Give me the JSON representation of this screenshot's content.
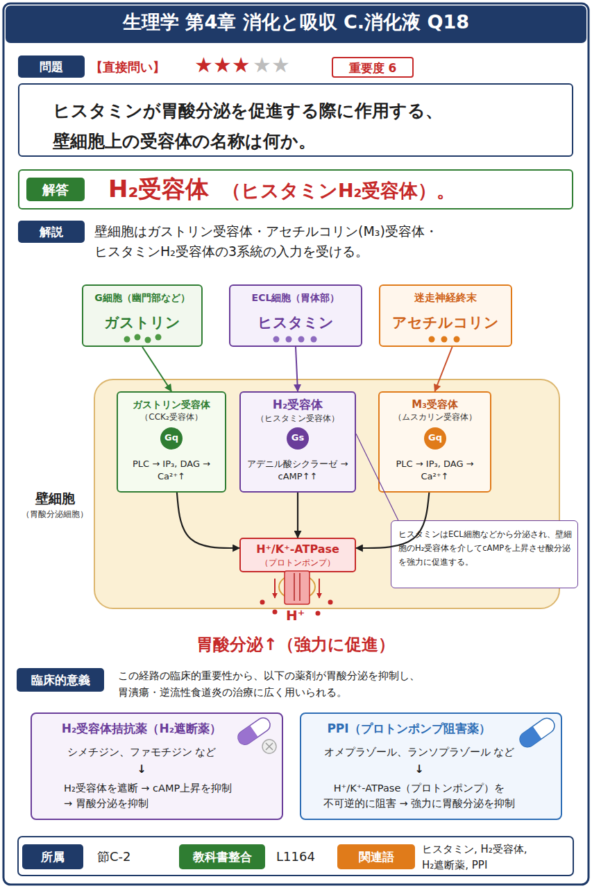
{
  "diagram": {
    "title": "生理学 第4章 消化と吸収 C.消化液 Q18",
    "nodes": [
      {
        "text": [
          "問題"
        ]
      },
      {
        "text": [
          "重要度 6"
        ]
      },
      {
        "text": [
          "ヒスタミンが胃酸分泌を促進する際に作用する、壁細胞上の受容体の名称は何か。"
        ]
      },
      {
        "text": [
          "H₂受容体",
          "（ヒスタミンH₂受容体）。"
        ]
      },
      {
        "text": [
          "解答"
        ],
        "in": 3
      },
      {
        "text": [
          "解説"
        ]
      },
      {
        "text": [
          "G細胞（幽門部など）",
          "ガストリン"
        ]
      },
      {
        "text": [
          "ECL細胞（胃体部）",
          "ヒスタミン"
        ]
      },
      {
        "text": [
          "迷走神経終末",
          "アセチルコリン"
        ]
      },
      {
        "text": [
          "壁細胞",
          "（胃酸分泌細胞）"
        ]
      },
      {
        "text": [
          "ガストリン受容体",
          "（CCK₂受容体）",
          "PLC → IP₃, DAG → Ca²⁺↑"
        ],
        "in": 9
      },
      {
        "text": [
          "Gq"
        ],
        "in": 10
      },
      {
        "text": [
          "H₂受容体",
          "（ヒスタミン受容体）",
          "アデニル酸シクラーゼ → cAMP↑↑"
        ],
        "in": 9
      },
      {
        "text": [
          "Gs"
        ],
        "in": 12
      },
      {
        "text": [
          "M₃受容体",
          "（ムスカリン受容体）",
          "PLC → IP₃, DAG → Ca²⁺↑"
        ],
        "in": 9
      },
      {
        "text": [
          "Gq"
        ],
        "in": 14
      },
      {
        "text": [
          "H⁺/K⁺-ATPase",
          "（プロトンポンプ）"
        ],
        "in": 9
      },
      {
        "text": [
          "ヒスタミンはECL細胞などから分泌され、壁細胞のH₂受容体を介してcAMPを上昇させ酸分泌を強力に促進する。"
        ]
      },
      {
        "text": [
          "臨床的意義"
        ]
      },
      {
        "text": [
          "H₂受容体拮抗薬（H₂遮断薬）",
          "シメチジン、ファモチジン など",
          "↓",
          "H₂受容体を遮断 → cAMP上昇を抑制 → 胃酸分泌を抑制"
        ]
      },
      {
        "text": [
          "PPI（プロトンポンプ阻害薬）",
          "オメプラゾール、ランソプラゾール など",
          "↓",
          "H⁺/K⁺-ATPase（プロトンポンプ）を 不可逆的に阻害 → 強力に胃酸分泌を抑制"
        ]
      },
      {
        "text": [
          "所属"
        ]
      },
      {
        "text": [
          "教科書整合"
        ]
      },
      {
        "text": [
          "関連語"
        ]
      }
    ],
    "edges": [
      {
        "from": 6,
        "to": 10,
        "arrow": "to"
      },
      {
        "from": 7,
        "to": 12,
        "arrow": "to"
      },
      {
        "from": 8,
        "to": 14,
        "arrow": "to"
      },
      {
        "from": 10,
        "to": 16,
        "arrow": "to"
      },
      {
        "from": 12,
        "to": 16,
        "arrow": "to"
      },
      {
        "from": 14,
        "to": 16,
        "arrow": "to"
      },
      {
        "from": 12,
        "to": 17,
        "arrow": "none"
      }
    ],
    "labels": [
      "【直接問い】",
      "★★★",
      "★★",
      "壁細胞はガストリン受容体・アセチルコリン(M₃)受容体・ヒスタミンH₂受容体の3系統の入力を受ける。",
      "H⁺",
      "胃酸分泌↑（強力に促進）",
      "この経路の臨床的重要性から、以下の薬剤が胃酸分泌を抑制し、胃潰瘍・逆流性食道炎の治療に広く用いられる。",
      "節C-2",
      "L1164",
      "ヒスタミン, H₂受容体, H₂遮断薬, PPI"
    ]
  }
}
